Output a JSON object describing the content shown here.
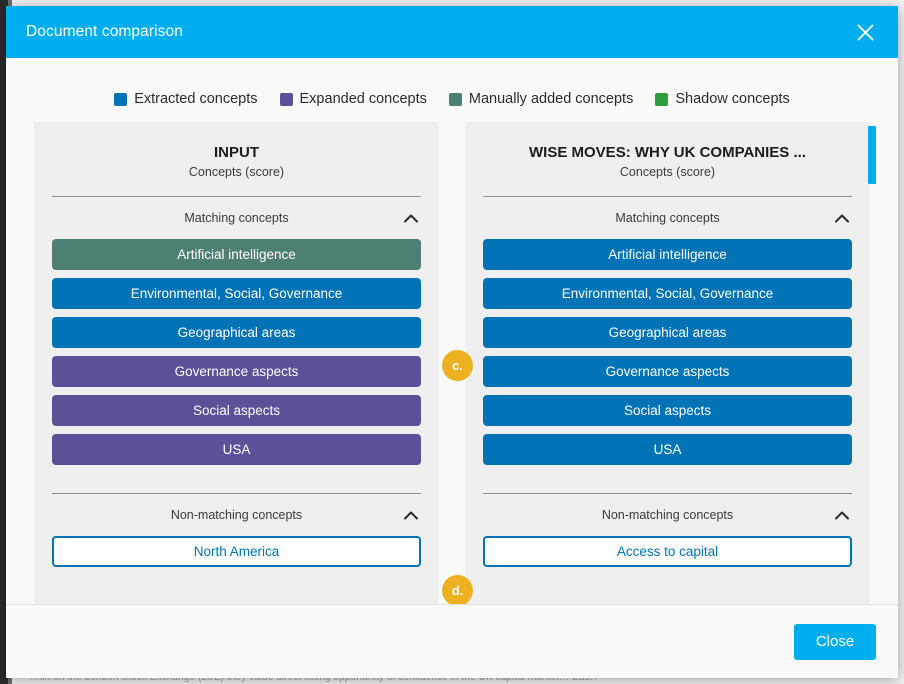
{
  "background": {
    "bottom_text": "…lin on the London Stock Exchange (LSE) they value direct listing opportunity of confidence in the UK capital market… East /"
  },
  "modal": {
    "title": "Document comparison",
    "close_icon": "close-icon",
    "footer": {
      "close_label": "Close"
    }
  },
  "legend": {
    "items": [
      {
        "label": "Extracted concepts",
        "color": "#0073b7"
      },
      {
        "label": "Expanded concepts",
        "color": "#5a5199"
      },
      {
        "label": "Manually added concepts",
        "color": "#4d7f75"
      },
      {
        "label": "Shadow concepts",
        "color": "#2f9e41"
      }
    ]
  },
  "columns": [
    {
      "title": "INPUT",
      "subtitle": "Concepts (score)",
      "sections": [
        {
          "label": "Matching concepts",
          "expanded": true,
          "chips": [
            {
              "label": "Artificial intelligence",
              "color": "#4d7f75",
              "style": "filled"
            },
            {
              "label": "Environmental, Social, Governance",
              "color": "#0073b7",
              "style": "filled"
            },
            {
              "label": "Geographical areas",
              "color": "#0073b7",
              "style": "filled"
            },
            {
              "label": "Governance aspects",
              "color": "#5a5199",
              "style": "filled"
            },
            {
              "label": "Social aspects",
              "color": "#5a5199",
              "style": "filled"
            },
            {
              "label": "USA",
              "color": "#5a5199",
              "style": "filled"
            }
          ]
        },
        {
          "label": "Non-matching concepts",
          "expanded": true,
          "chips": [
            {
              "label": "North America",
              "color": "#0073b7",
              "style": "outline"
            }
          ]
        }
      ]
    },
    {
      "title": "WISE MOVES: WHY UK COMPANIES ...",
      "subtitle": "Concepts (score)",
      "sections": [
        {
          "label": "Matching concepts",
          "expanded": true,
          "chips": [
            {
              "label": "Artificial intelligence",
              "color": "#0073b7",
              "style": "filled"
            },
            {
              "label": "Environmental, Social, Governance",
              "color": "#0073b7",
              "style": "filled"
            },
            {
              "label": "Geographical areas",
              "color": "#0073b7",
              "style": "filled"
            },
            {
              "label": "Governance aspects",
              "color": "#0073b7",
              "style": "filled"
            },
            {
              "label": "Social aspects",
              "color": "#0073b7",
              "style": "filled"
            },
            {
              "label": "USA",
              "color": "#0073b7",
              "style": "filled"
            }
          ]
        },
        {
          "label": "Non-matching concepts",
          "expanded": true,
          "chips": [
            {
              "label": "Access to capital",
              "color": "#0073b7",
              "style": "outline"
            }
          ]
        }
      ]
    }
  ],
  "annotations": [
    {
      "label": "c.",
      "color": "#EDB021"
    },
    {
      "label": "d.",
      "color": "#EDB021"
    }
  ]
}
